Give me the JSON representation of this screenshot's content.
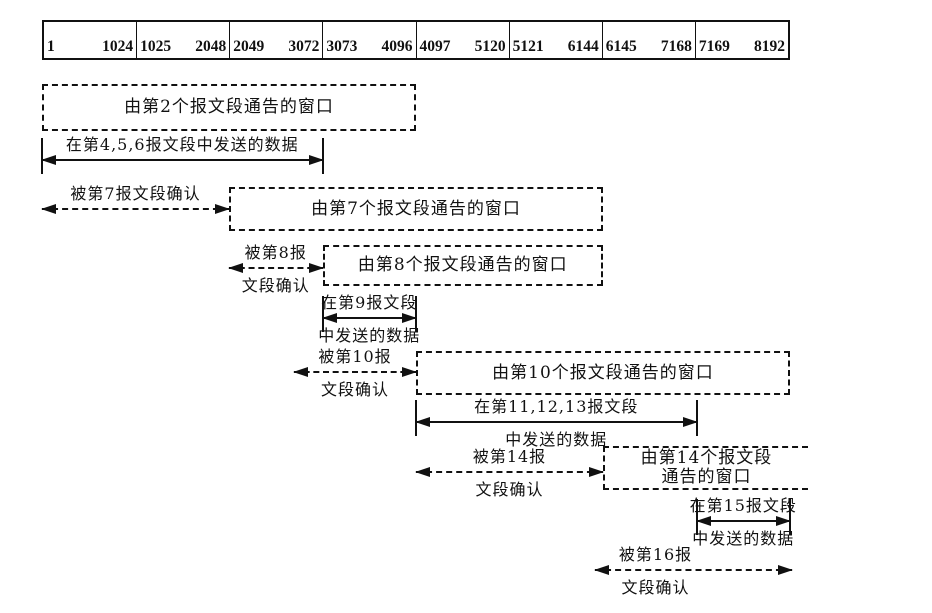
{
  "figure": {
    "description_colors": {
      "ink": "#111111",
      "background": "#ffffff"
    },
    "sequence_min": 1,
    "sequence_max": 8192
  },
  "ruler": {
    "cells": [
      {
        "start": "1",
        "end": "1024"
      },
      {
        "start": "1025",
        "end": "2048"
      },
      {
        "start": "2049",
        "end": "3072"
      },
      {
        "start": "3073",
        "end": "4096"
      },
      {
        "start": "4097",
        "end": "5120"
      },
      {
        "start": "5121",
        "end": "6144"
      },
      {
        "start": "6145",
        "end": "7168"
      },
      {
        "start": "7169",
        "end": "8192"
      }
    ]
  },
  "windows": [
    {
      "id": "window-seg2",
      "label_lines": [
        "由第2个报文段通告的窗口"
      ],
      "seq_start": 1,
      "seq_end": 4096,
      "open_right": false
    },
    {
      "id": "window-seg7",
      "label_lines": [
        "由第7个报文段通告的窗口"
      ],
      "seq_start": 2049,
      "seq_end": 6144,
      "open_right": false
    },
    {
      "id": "window-seg8",
      "label_lines": [
        "由第8个报文段通告的窗口"
      ],
      "seq_start": 3073,
      "seq_end": 6144,
      "open_right": false
    },
    {
      "id": "window-seg10",
      "label_lines": [
        "由第10个报文段通告的窗口"
      ],
      "seq_start": 4097,
      "seq_end": 8192,
      "open_right": false
    },
    {
      "id": "window-seg14",
      "label_lines": [
        "由第14个报文段",
        "通告的窗口"
      ],
      "seq_start": 6145,
      "seq_end": 8192,
      "open_right": true
    }
  ],
  "arrows": [
    {
      "id": "data-seg4-6",
      "kind": "data",
      "line_style": "solid",
      "seq_start": 1,
      "seq_end": 3072,
      "label_above": "在第4,5,6报文段中发送的数据",
      "label_below": ""
    },
    {
      "id": "ack-seg7",
      "kind": "ack",
      "line_style": "dashed",
      "seq_start": 1,
      "seq_end": 2048,
      "label_above": "被第7报文段确认",
      "label_below": ""
    },
    {
      "id": "ack-seg8",
      "kind": "ack",
      "line_style": "dashed",
      "seq_start": 2049,
      "seq_end": 3072,
      "label_above": "被第8报",
      "label_below": "文段确认"
    },
    {
      "id": "data-seg9",
      "kind": "data",
      "line_style": "solid",
      "seq_start": 3073,
      "seq_end": 4096,
      "label_above": "在第9报文段",
      "label_below": "中发送的数据"
    },
    {
      "id": "ack-seg10",
      "kind": "ack",
      "line_style": "dashed",
      "seq_start": 3073,
      "seq_end": 4096,
      "label_above": "被第10报",
      "label_below": "文段确认"
    },
    {
      "id": "data-seg11-13",
      "kind": "data",
      "line_style": "solid",
      "seq_start": 4097,
      "seq_end": 7168,
      "label_above": "在第11,12,13报文段",
      "label_below": "中发送的数据"
    },
    {
      "id": "ack-seg14",
      "kind": "ack",
      "line_style": "dashed",
      "seq_start": 4097,
      "seq_end": 6144,
      "label_above": "被第14报",
      "label_below": "文段确认"
    },
    {
      "id": "data-seg15",
      "kind": "data",
      "line_style": "solid",
      "seq_start": 7169,
      "seq_end": 8192,
      "label_above": "在第15报文段",
      "label_below": "中发送的数据"
    },
    {
      "id": "ack-seg16",
      "kind": "ack",
      "line_style": "dashed",
      "seq_start": 6145,
      "seq_end": 8192,
      "label_above": "被第16报",
      "label_below": "文段确认"
    }
  ]
}
